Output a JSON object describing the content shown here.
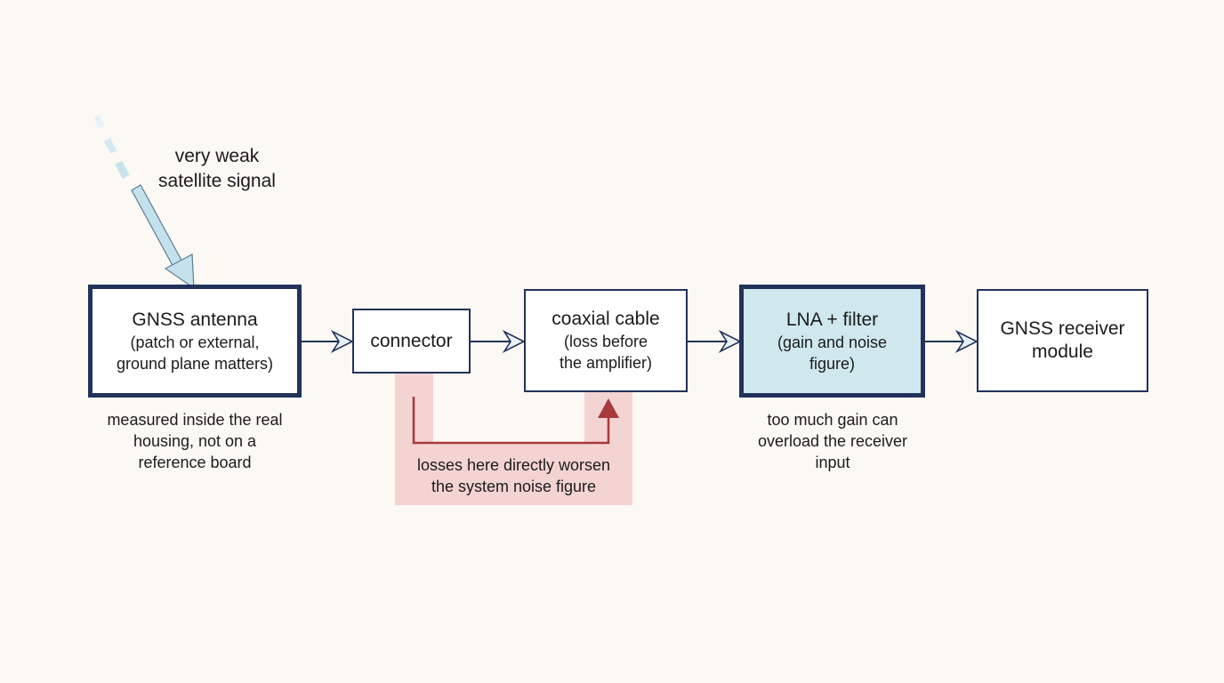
{
  "signal": {
    "line1": "very weak",
    "line2": "satellite signal"
  },
  "blocks": {
    "antenna": {
      "title": "GNSS antenna",
      "sub1": "(patch or external,",
      "sub2": "ground plane matters)"
    },
    "connector": {
      "title": "connector"
    },
    "cable": {
      "title": "coaxial cable",
      "sub1": "(loss before",
      "sub2": "the amplifier)"
    },
    "lna": {
      "title": "LNA + filter",
      "sub1": "(gain and noise",
      "sub2": "figure)"
    },
    "receiver": {
      "title1": "GNSS receiver",
      "title2": "module"
    }
  },
  "notes": {
    "antenna": {
      "line1": "measured inside the real",
      "line2": "housing, not on a",
      "line3": "reference board"
    },
    "losses": {
      "line1": "losses here directly worsen",
      "line2": "the system noise figure"
    },
    "lna": {
      "line1": "too much gain can",
      "line2": "overload the receiver",
      "line3": "input"
    }
  },
  "colors": {
    "box_border": "#22325a",
    "lna_fill": "#cfe8ee",
    "signal_arrow": "#bfe0ec",
    "loss_highlight": "#f2cfcf",
    "loss_arrow": "#a83a3a"
  }
}
